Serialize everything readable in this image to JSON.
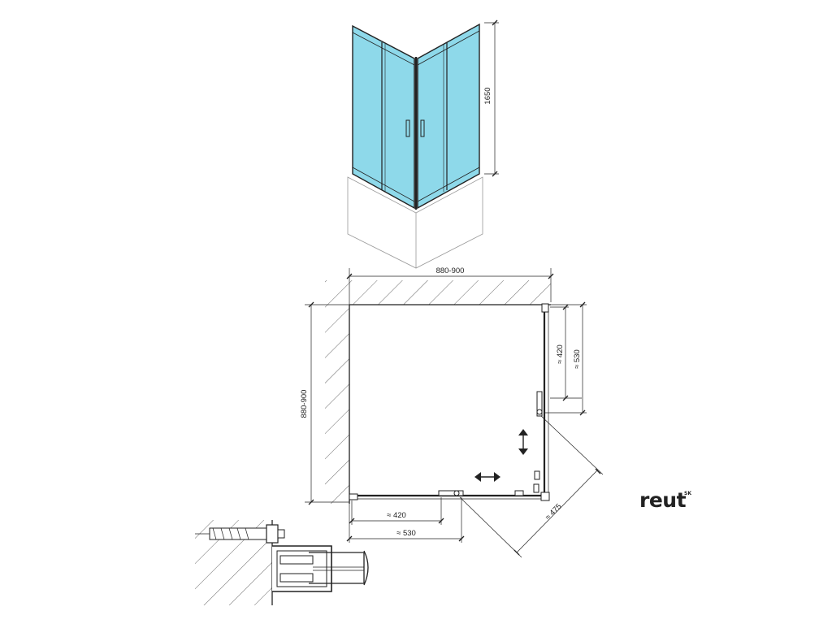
{
  "glass_color": "#8ed9ea",
  "elevation": {
    "height_label": "1650"
  },
  "plan": {
    "width_label": "880-900",
    "depth_label": "880-900",
    "right_door_opening_label": "≈ 420",
    "right_panel_label": "≈ 530",
    "bottom_door_opening_label": "≈ 420",
    "bottom_panel_label": "≈ 530",
    "diagonal_label": "≈ 475",
    "slide_arrow_icons": [
      "vertical-double-arrow",
      "horizontal-double-arrow"
    ]
  },
  "detail": {
    "icons": [
      "wall-anchor-screw",
      "wall-profile-section"
    ]
  },
  "brand": {
    "name": "reut",
    "superscript": "SK"
  }
}
